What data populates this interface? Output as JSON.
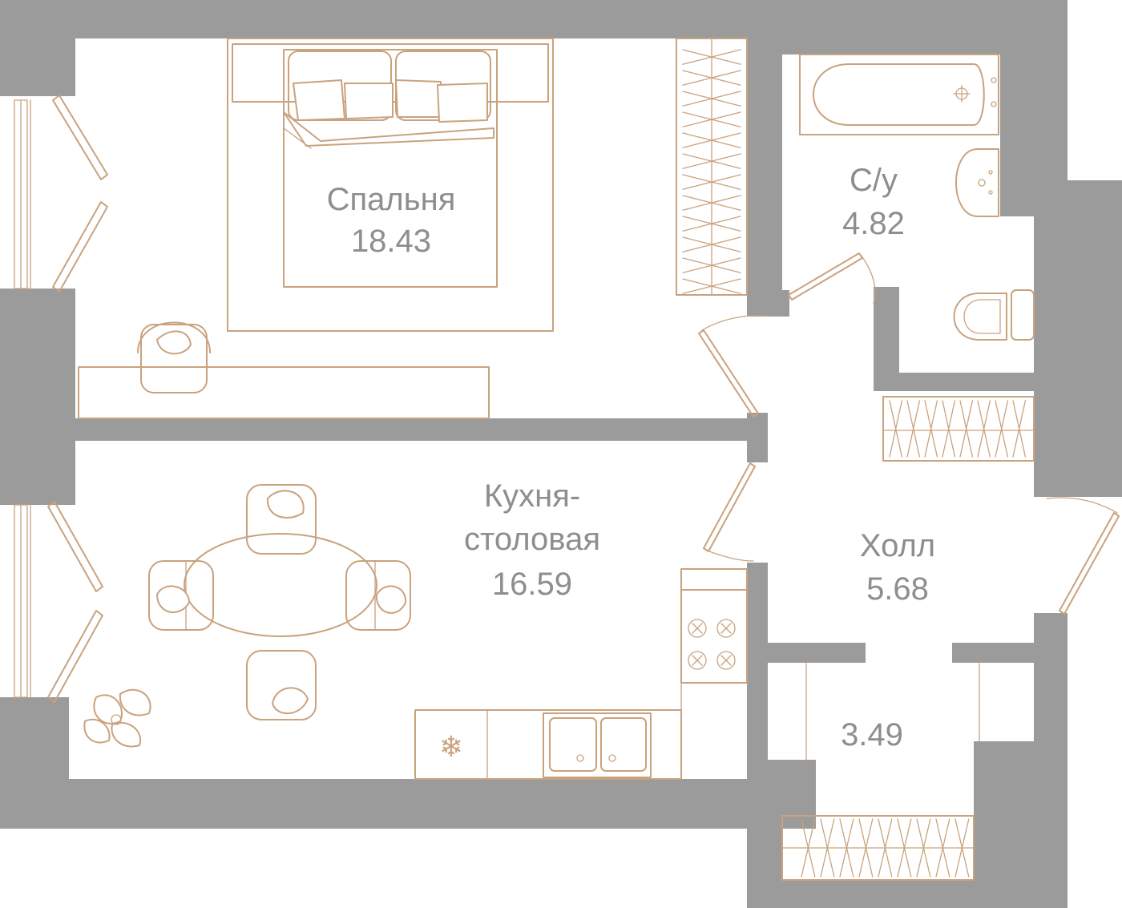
{
  "colors": {
    "wall": "#9b9b9b",
    "furniture_line": "#c9a27e",
    "label_text": "#8e8e8e",
    "floor": "#ffffff"
  },
  "rooms": {
    "bedroom": {
      "name": "Спальня",
      "area": "18.43"
    },
    "bathroom": {
      "name": "С/у",
      "area": "4.82"
    },
    "kitchen": {
      "name_line1": "Кухня-",
      "name_line2": "столовая",
      "area": "16.59"
    },
    "hall": {
      "name": "Холл",
      "area": "5.68"
    },
    "storage": {
      "area": "3.49"
    }
  },
  "icons": {
    "snowflake": "❄"
  }
}
